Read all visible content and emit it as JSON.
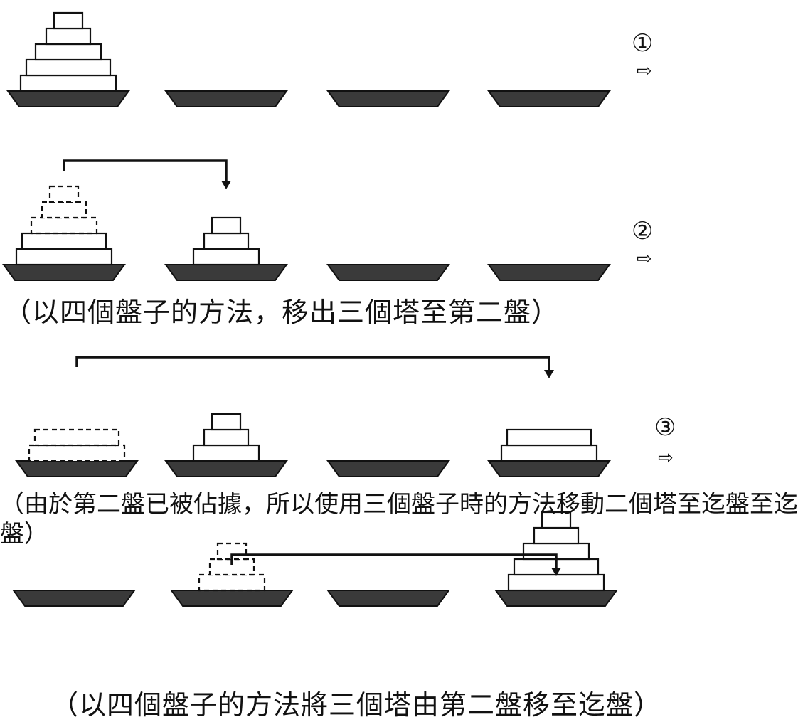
{
  "steps": [
    {
      "label": "①",
      "arrow": "⇨",
      "caption": "",
      "pegs": [
        {
          "disks": [
            {
              "w": 5,
              "style": "solid"
            },
            {
              "w": 4,
              "style": "solid"
            },
            {
              "w": 3,
              "style": "solid"
            },
            {
              "w": 2,
              "style": "solid"
            },
            {
              "w": 1,
              "style": "solid"
            }
          ]
        },
        {
          "disks": []
        },
        {
          "disks": []
        },
        {
          "disks": []
        }
      ],
      "move": null
    },
    {
      "label": "②",
      "arrow": "⇨",
      "caption": "（以四個盤子的方法，移出三個塔至第二盤）",
      "pegs": [
        {
          "disks": [
            {
              "w": 5,
              "style": "solid"
            },
            {
              "w": 4,
              "style": "solid"
            },
            {
              "w": 3,
              "style": "dashed"
            },
            {
              "w": 2,
              "style": "dashed"
            },
            {
              "w": 1,
              "style": "dashed"
            }
          ]
        },
        {
          "disks": [
            {
              "w": 3,
              "style": "solid"
            },
            {
              "w": 2,
              "style": "solid"
            },
            {
              "w": 1,
              "style": "solid"
            }
          ]
        },
        {
          "disks": []
        },
        {
          "disks": []
        }
      ],
      "move": {
        "from": 0,
        "to": 1
      }
    },
    {
      "label": "③",
      "arrow": "⇨",
      "caption": "（由於第二盤已被佔據，所以使用三個盤子時的方法移動二個塔至迄盤至迄盤）",
      "pegs": [
        {
          "disks": [
            {
              "w": 5,
              "style": "dashed"
            },
            {
              "w": 4,
              "style": "dashed"
            }
          ]
        },
        {
          "disks": [
            {
              "w": 3,
              "style": "solid"
            },
            {
              "w": 2,
              "style": "solid"
            },
            {
              "w": 1,
              "style": "solid"
            }
          ]
        },
        {
          "disks": []
        },
        {
          "disks": [
            {
              "w": 5,
              "style": "solid"
            },
            {
              "w": 4,
              "style": "solid"
            }
          ]
        }
      ],
      "move": {
        "from": 0,
        "to": 3
      }
    },
    {
      "label": "",
      "arrow": "",
      "caption": "（以四個盤子的方法將三個塔由第二盤移至迄盤）",
      "pegs": [
        {
          "disks": []
        },
        {
          "disks": [
            {
              "w": 3,
              "style": "dashed"
            },
            {
              "w": 2,
              "style": "dashed"
            },
            {
              "w": 1,
              "style": "dashed"
            }
          ]
        },
        {
          "disks": []
        },
        {
          "disks": [
            {
              "w": 5,
              "style": "solid"
            },
            {
              "w": 4,
              "style": "solid"
            },
            {
              "w": 3,
              "style": "solid"
            },
            {
              "w": 2,
              "style": "solid"
            },
            {
              "w": 1,
              "style": "solid"
            }
          ]
        }
      ],
      "move": {
        "from": 1,
        "to": 3
      }
    }
  ],
  "colors": {
    "ink": "#111111",
    "base": "#3a3a3a"
  }
}
